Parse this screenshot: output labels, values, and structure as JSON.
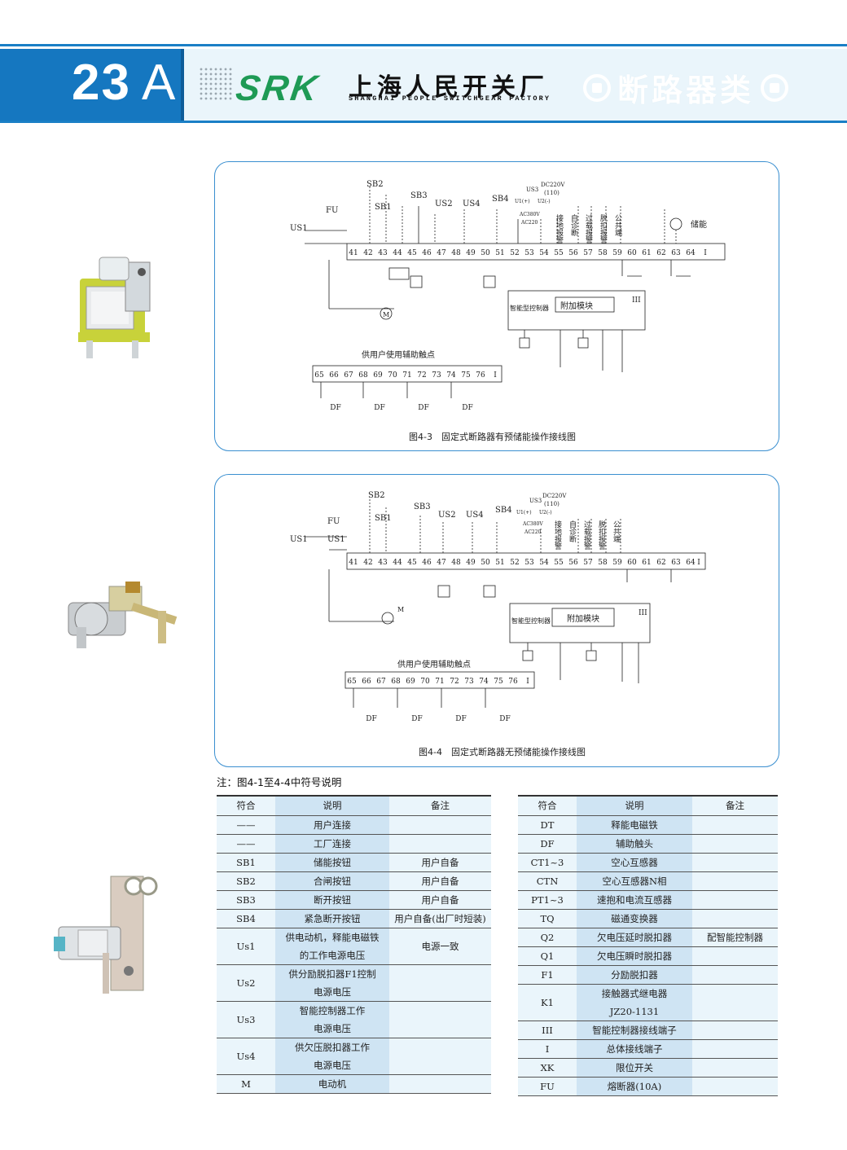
{
  "header": {
    "page_number": "23",
    "page_suffix": "A",
    "logo_text": "SRK",
    "company_cn": "上海人民开关厂",
    "company_en": "SHANGHAI PEOPLE SWITCHGEAR FACTORY",
    "category": "断路器类"
  },
  "figure1": {
    "caption": "图4-3　固定式断路器有预储能操作接线图",
    "aux_title": "供用户使用辅助触点",
    "labels": {
      "sb2": "SB2",
      "sb1": "SB1",
      "sb3": "SB3",
      "sb4": "SB4",
      "fu": "FU",
      "us1": "US1",
      "us2": "US2",
      "us4": "US4",
      "us3": "US3",
      "dc": "DC220V",
      "dc2": "(110)",
      "ac380": "AC380V",
      "ac220": "AC220",
      "u1": "U1(+)",
      "u2": "U2(-)",
      "energy": "储能",
      "module": "附加模块",
      "controller": "智能型控制器",
      "iii": "III",
      "m": "M"
    },
    "alarm_cols": [
      "接地报警",
      "自诊断",
      "过载报警",
      "脱扣报警",
      "公共端"
    ],
    "terminals": [
      "41",
      "42",
      "43",
      "44",
      "45",
      "46",
      "47",
      "48",
      "49",
      "50",
      "51",
      "52",
      "53",
      "54",
      "55",
      "56",
      "57",
      "58",
      "59",
      "60",
      "61",
      "62",
      "63",
      "64",
      "I"
    ],
    "aux_terminals": [
      "65",
      "66",
      "67",
      "68",
      "69",
      "70",
      "71",
      "72",
      "73",
      "74",
      "75",
      "76",
      "I"
    ],
    "aux_df": [
      "DF",
      "DF",
      "DF",
      "DF"
    ]
  },
  "figure2": {
    "caption": "图4-4　固定式断路器无预储能操作接线图",
    "aux_title": "供用户使用辅助触点",
    "labels": {
      "sb2": "SB2",
      "sb1": "SB1",
      "sb3": "SB3",
      "sb4": "SB4",
      "fu": "FU",
      "us1": "US1",
      "us1b": "US1",
      "us2": "US2",
      "us4": "US4",
      "us3": "US3",
      "dc": "DC220V",
      "dc2": "(110)",
      "ac380": "AC380V",
      "ac220": "AC220",
      "u1": "U1(+)",
      "u2": "U2(-)",
      "module": "附加模块",
      "controller": "智能型控制器",
      "iii": "III",
      "m": "M"
    },
    "alarm_cols": [
      "接地报警",
      "自诊断",
      "过载报警",
      "脱扣报警",
      "公共端"
    ],
    "terminals": [
      "41",
      "42",
      "43",
      "44",
      "45",
      "46",
      "47",
      "48",
      "49",
      "50",
      "51",
      "52",
      "53",
      "54",
      "55",
      "56",
      "57",
      "58",
      "59",
      "60",
      "61",
      "62",
      "63",
      "64",
      "I"
    ],
    "aux_terminals": [
      "65",
      "66",
      "67",
      "68",
      "69",
      "70",
      "71",
      "72",
      "73",
      "74",
      "75",
      "76",
      "I"
    ],
    "aux_df": [
      "DF",
      "DF",
      "DF",
      "DF"
    ]
  },
  "notes": {
    "title": "注：图4-1至4-4中符号说明",
    "headers": [
      "符合",
      "说明",
      "备注"
    ],
    "left_rows": [
      {
        "sym": "——",
        "desc": [
          "用户连接"
        ],
        "note": ""
      },
      {
        "sym": "——",
        "desc": [
          "工厂连接"
        ],
        "note": ""
      },
      {
        "sym": "SB1",
        "desc": [
          "储能按钮"
        ],
        "note": "用户自备"
      },
      {
        "sym": "SB2",
        "desc": [
          "合闸按钮"
        ],
        "note": "用户自备"
      },
      {
        "sym": "SB3",
        "desc": [
          "断开按钮"
        ],
        "note": "用户自备"
      },
      {
        "sym": "SB4",
        "desc": [
          "紧急断开按钮"
        ],
        "note": "用户自备(出厂时短装)"
      },
      {
        "sym": "Us1",
        "desc": [
          "供电动机，释能电磁铁",
          "的工作电源电压"
        ],
        "note": "电源一致"
      },
      {
        "sym": "Us2",
        "desc": [
          "供分励脱扣器F1控制",
          "电源电压"
        ],
        "note": ""
      },
      {
        "sym": "Us3",
        "desc": [
          "智能控制器工作",
          "电源电压"
        ],
        "note": ""
      },
      {
        "sym": "Us4",
        "desc": [
          "供欠压脱扣器工作",
          "电源电压"
        ],
        "note": ""
      },
      {
        "sym": "M",
        "desc": [
          "电动机"
        ],
        "note": ""
      }
    ],
    "right_rows": [
      {
        "sym": "DT",
        "desc": [
          "释能电磁铁"
        ],
        "note": ""
      },
      {
        "sym": "DF",
        "desc": [
          "辅助触头"
        ],
        "note": ""
      },
      {
        "sym": "CT1~3",
        "desc": [
          "空心互感器"
        ],
        "note": ""
      },
      {
        "sym": "CTN",
        "desc": [
          "空心互感器N相"
        ],
        "note": ""
      },
      {
        "sym": "PT1~3",
        "desc": [
          "速抱和电流互感器"
        ],
        "note": ""
      },
      {
        "sym": "TQ",
        "desc": [
          "磁通变换器"
        ],
        "note": ""
      },
      {
        "sym": "Q2",
        "desc": [
          "欠电压延时脱扣器"
        ],
        "note": "配智能控制器"
      },
      {
        "sym": "Q1",
        "desc": [
          "欠电压瞬时脱扣器"
        ],
        "note": ""
      },
      {
        "sym": "F1",
        "desc": [
          "分励脱扣器"
        ],
        "note": ""
      },
      {
        "sym": "K1",
        "desc": [
          "接触器式继电器",
          "JZ20-1131"
        ],
        "note": ""
      },
      {
        "sym": "III",
        "desc": [
          "智能控制器接线端子"
        ],
        "note": ""
      },
      {
        "sym": "I",
        "desc": [
          "总体接线端子"
        ],
        "note": ""
      },
      {
        "sym": "XK",
        "desc": [
          "限位开关"
        ],
        "note": ""
      },
      {
        "sym": "FU",
        "desc": [
          "熔断器(10A)"
        ],
        "note": ""
      }
    ]
  }
}
